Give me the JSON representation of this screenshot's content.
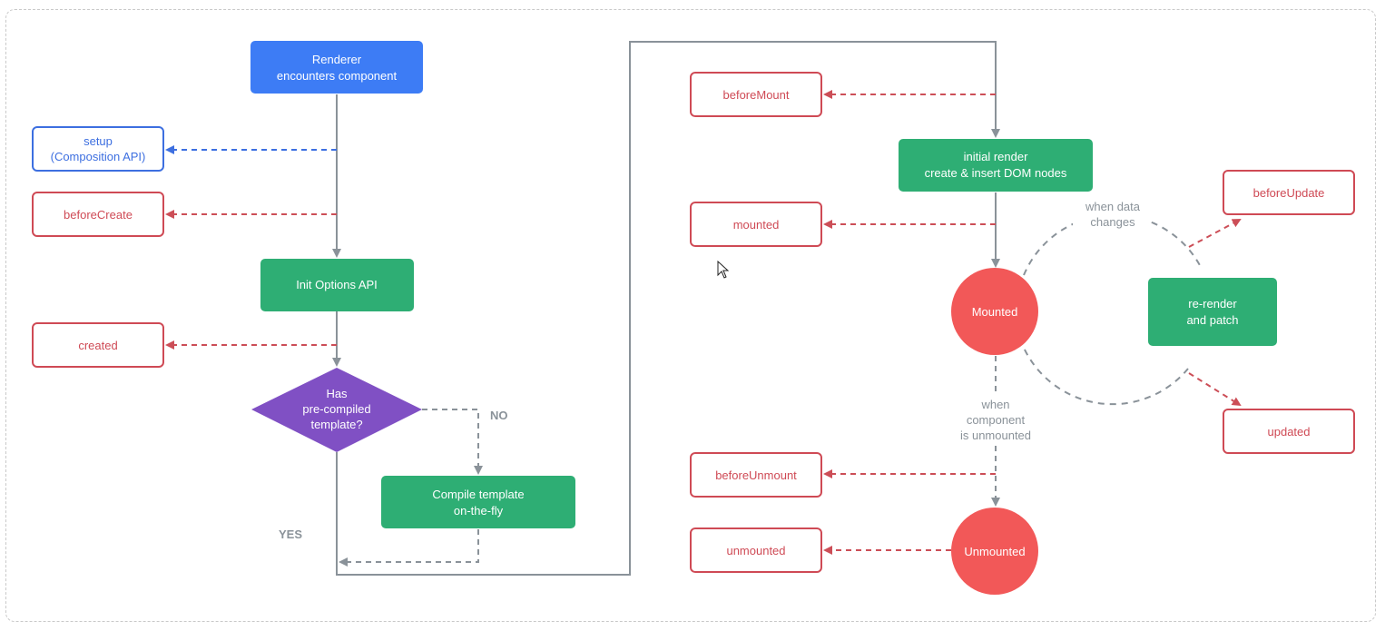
{
  "colors": {
    "blue": "#3d7cf5",
    "green": "#2eae74",
    "purple": "#8050c4",
    "red_circle": "#f25858",
    "hook_red": "#cf4a55",
    "hook_blue": "#3d6fe0",
    "gray": "#8a9299",
    "hook_line": "#cc4e57"
  },
  "nodes": {
    "renderer": [
      "Renderer",
      "encounters component"
    ],
    "setup": [
      "setup",
      "(Composition API)"
    ],
    "before_create": [
      "beforeCreate"
    ],
    "init_options": [
      "Init Options API"
    ],
    "created": [
      "created"
    ],
    "has_template": [
      "Has",
      "pre-compiled",
      "template?"
    ],
    "compile": [
      "Compile template",
      "on-the-fly"
    ],
    "before_mount": [
      "beforeMount"
    ],
    "initial_render": [
      "initial render",
      "create & insert DOM nodes"
    ],
    "mounted_hook": [
      "mounted"
    ],
    "mounted_state": [
      "Mounted"
    ],
    "rerender": [
      "re-render",
      "and patch"
    ],
    "before_update": [
      "beforeUpdate"
    ],
    "updated": [
      "updated"
    ],
    "before_unmount": [
      "beforeUnmount"
    ],
    "unmounted_hook": [
      "unmounted"
    ],
    "unmounted_state": [
      "Unmounted"
    ]
  },
  "labels": {
    "no": "NO",
    "yes": "YES",
    "when_data_changes": [
      "when data",
      "changes"
    ],
    "when_unmounted": [
      "when",
      "component",
      "is unmounted"
    ]
  }
}
